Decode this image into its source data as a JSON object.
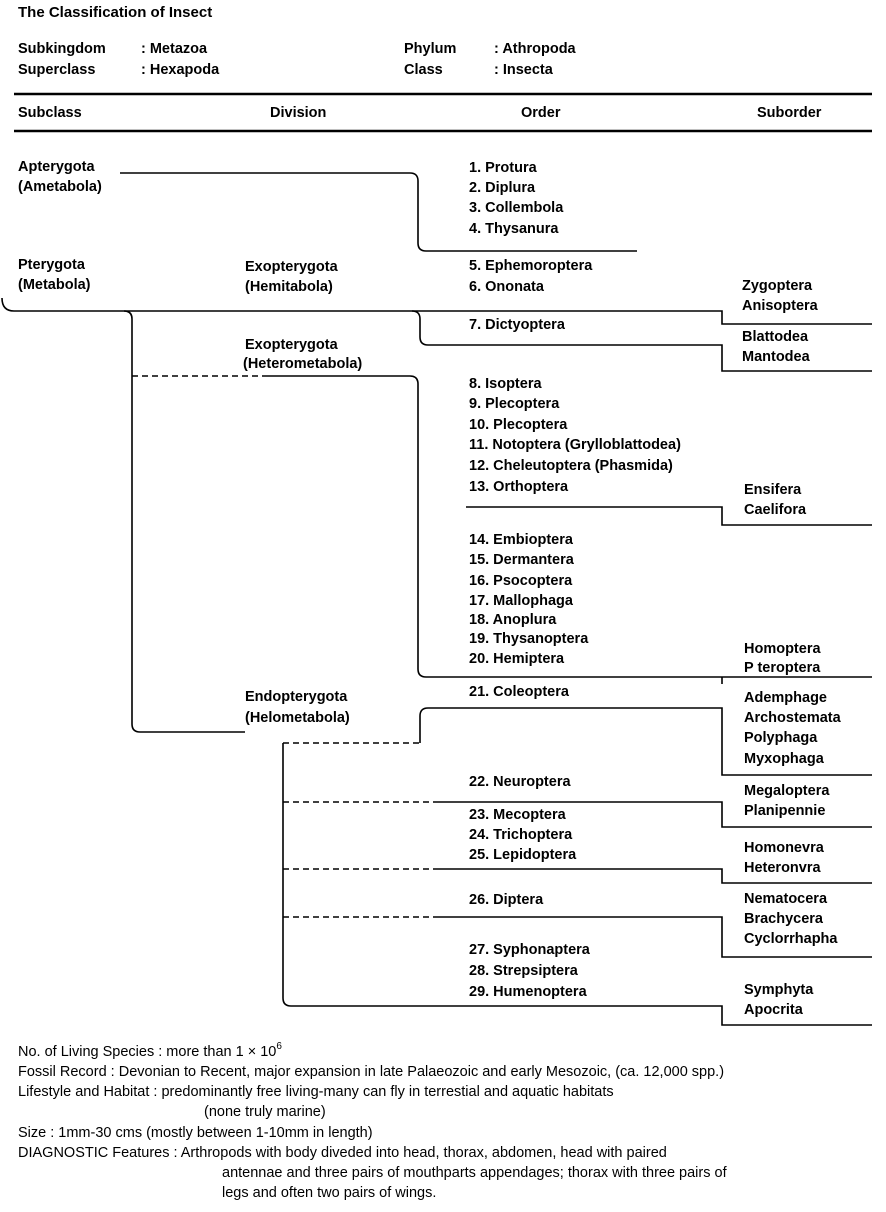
{
  "title": "The Classification of Insect",
  "taxonomy": {
    "subkingdom_label": "Subkingdom",
    "subkingdom_value": ": Metazoa",
    "superclass_label": "Superclass",
    "superclass_value": ": Hexapoda",
    "phylum_label": "Phylum",
    "phylum_value": ":  Athropoda",
    "class_label": "Class",
    "class_value": ":  Insecta"
  },
  "headers": {
    "subclass": "Subclass",
    "division": "Division",
    "order": "Order",
    "suborder": "Suborder"
  },
  "subclasses": [
    {
      "name": "Apterygota",
      "alt": "(Ametabola)"
    },
    {
      "name": "Pterygota",
      "alt": "(Metabola)"
    }
  ],
  "divisions": [
    {
      "name": "Exopterygota",
      "alt": "(Hemitabola)"
    },
    {
      "name": "Exopterygota",
      "alt": "(Heterometabola)"
    },
    {
      "name": "Endopterygota",
      "alt": "(Helometabola)"
    }
  ],
  "orders": [
    "1.  Protura",
    "2.  Diplura",
    "3.  Collembola",
    "4.  Thysanura",
    "5.  Ephemoroptera",
    "6.  Ononata",
    "7.  Dictyoptera",
    "8.  Isoptera",
    "9.  Plecoptera",
    "10.  Plecoptera",
    "11.  Notoptera (Grylloblattodea)",
    "12.  Cheleutoptera (Phasmida)",
    "13.  Orthoptera",
    "14.  Embioptera",
    "15.  Dermantera",
    "16.  Psocoptera",
    "17.  Mallophaga",
    "18.  Anoplura",
    "19.  Thysanoptera",
    "20.  Hemiptera",
    "21.  Coleoptera",
    "22.  Neuroptera",
    "23.  Mecoptera",
    "24.  Trichoptera",
    "25.  Lepidoptera",
    "26.  Diptera",
    "27.  Syphonaptera",
    "28.  Strepsiptera",
    "29.  Humenoptera"
  ],
  "suborders": [
    "Zygoptera",
    "Anisoptera",
    "Blattodea",
    "Mantodea",
    "Ensifera",
    "Caelifora",
    "Homoptera",
    "P  teroptera",
    "Ademphage",
    "Archostemata",
    "Polyphaga",
    "Myxophaga",
    "Megaloptera",
    "Planipennie",
    "Homonevra",
    "Heteronvra",
    "Nematocera",
    "Brachycera",
    "Cyclorrhapha",
    "Symphyta",
    "Apocrita"
  ],
  "footer": {
    "species_label": "No. of Living Species : more than 1 × 10",
    "species_exp": "6",
    "fossil": "Fossil Record : Devonian to Recent, major expansion in late Palaeozoic and early Mesozoic, (ca. 12,000 spp.)",
    "lifestyle": "Lifestyle and Habitat : predominantly free living-many can fly in terrestial and aquatic habitats",
    "lifestyle2": "(none truly marine)",
    "size": "Size : 1mm-30 cms (mostly between 1-10mm in length)",
    "diag1": "DIAGNOSTIC Features : Arthropods with body diveded into head, thorax, abdomen, head with paired",
    "diag2": "antennae and three pairs of mouthparts appendages; thorax with three pairs of",
    "diag3": "legs and often two pairs of wings."
  }
}
